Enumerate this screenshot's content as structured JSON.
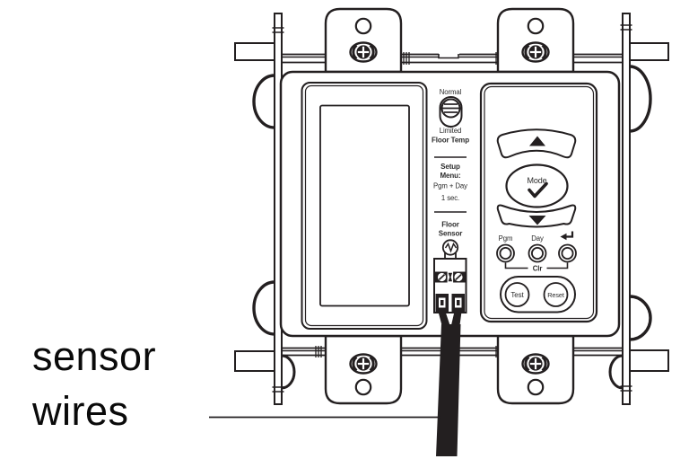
{
  "figure": {
    "caption_line1": "sensor",
    "caption_line2": "wires"
  },
  "thermostat": {
    "floor_temp_switch": {
      "top": "Normal",
      "bottom": "Limited",
      "label": "Floor Temp"
    },
    "setup_menu": {
      "heading_line1": "Setup",
      "heading_line2": "Menu:",
      "keys": "Pgm + Day",
      "hold": "1 sec."
    },
    "floor_sensor": {
      "heading_line1": "Floor",
      "heading_line2": "Sensor"
    },
    "keypad": {
      "mode": "Mode",
      "pgm": "Pgm",
      "day": "Day",
      "clr": "Clr",
      "test": "Test",
      "reset": "Reset"
    }
  },
  "colors": {
    "ink": "#231f20",
    "paper": "#ffffff"
  }
}
